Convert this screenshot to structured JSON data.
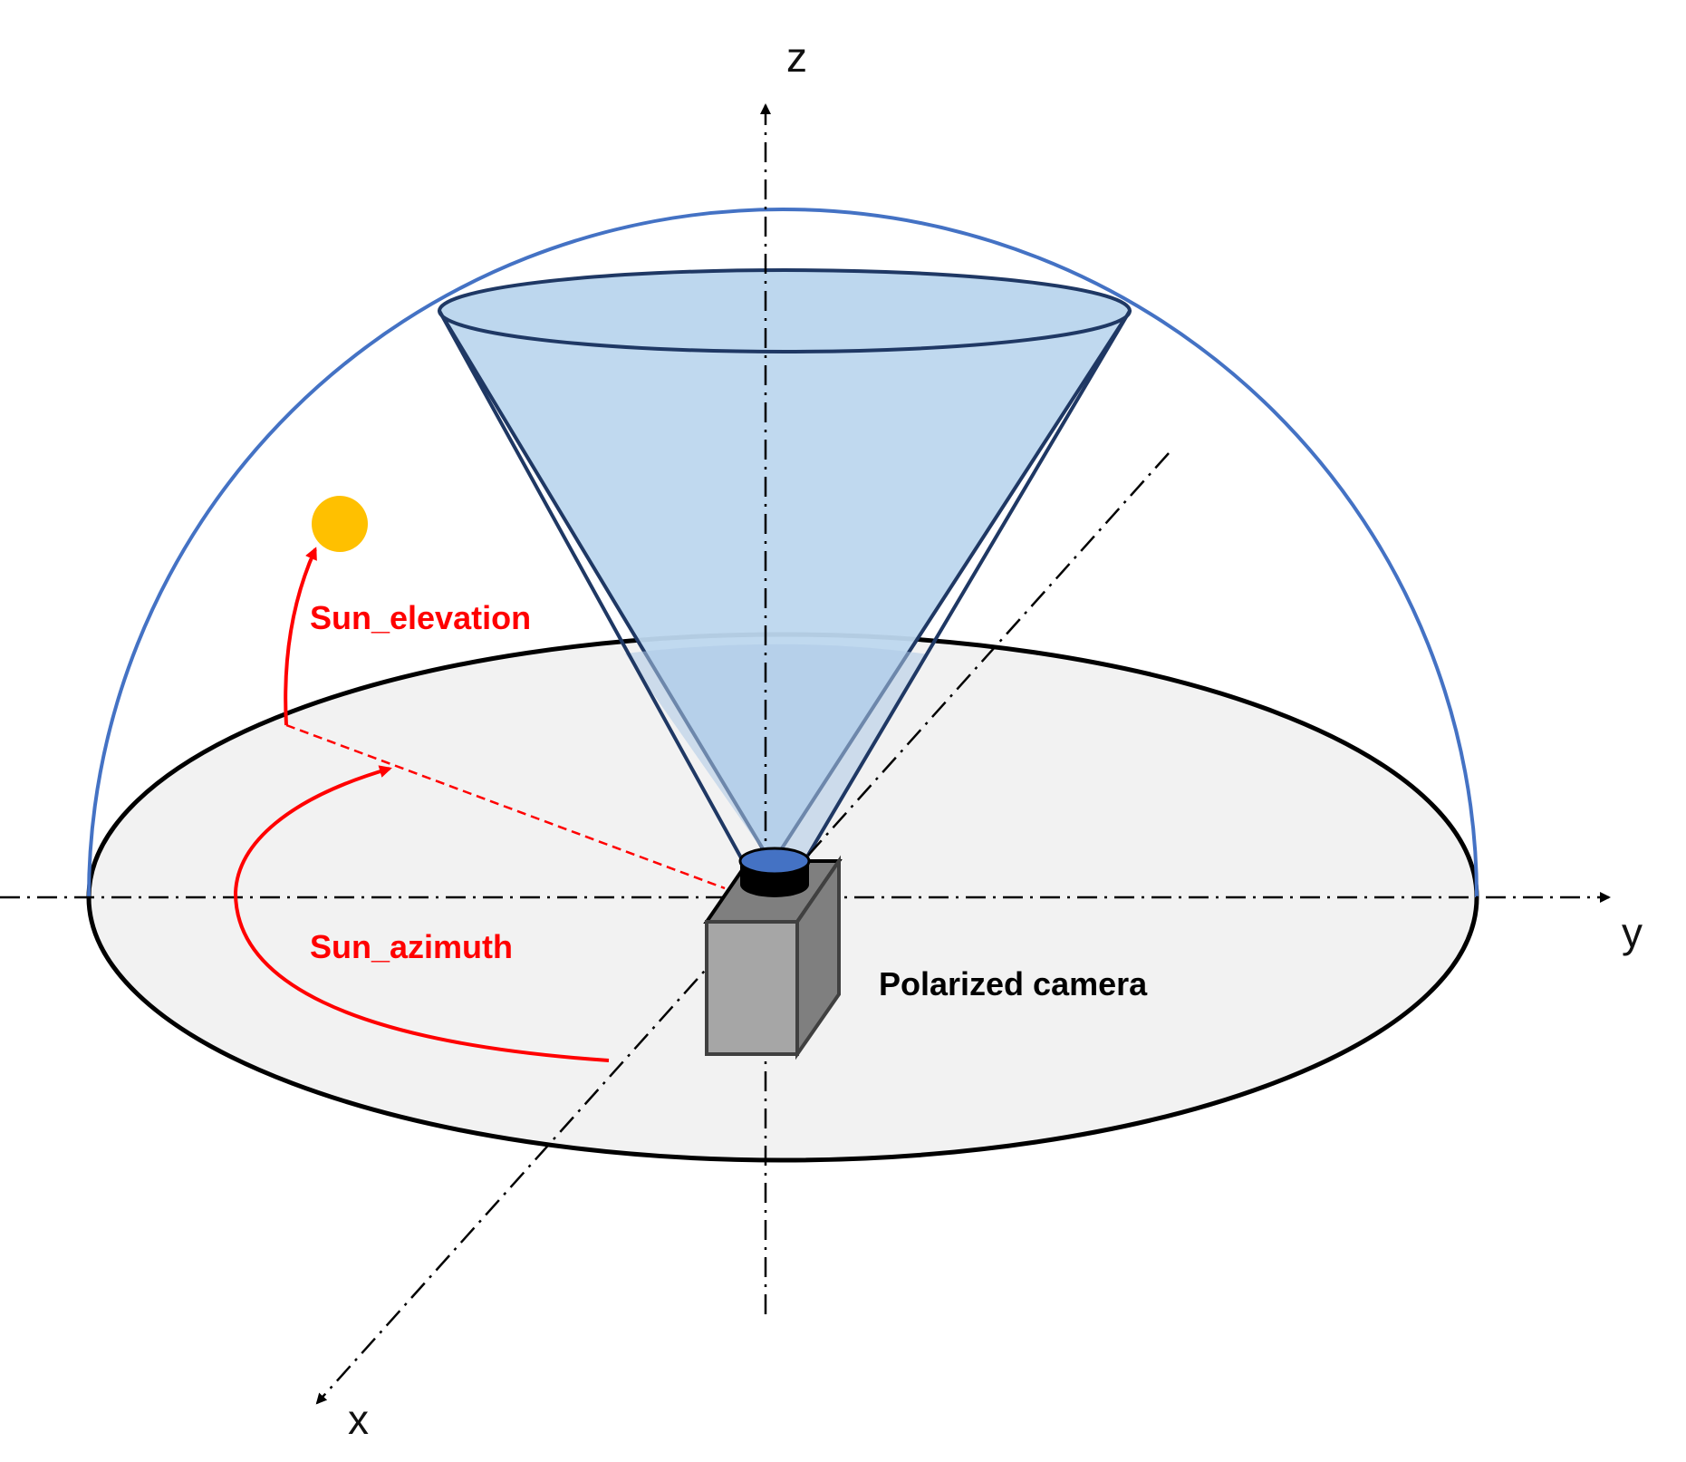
{
  "axes": {
    "x": "x",
    "y": "y",
    "z": "z"
  },
  "labels": {
    "sun_elevation": "Sun_elevation",
    "sun_azimuth": "Sun_azimuth",
    "camera": "Polarized camera"
  },
  "colors": {
    "dome": "#4472c4",
    "cone_fill": "#bdd7ee",
    "ground_fill": "#f2f2f2",
    "sun": "#ffc000",
    "annotation": "#ff0000",
    "camera_body": "#a6a6a6",
    "lens": "#4472c4"
  }
}
